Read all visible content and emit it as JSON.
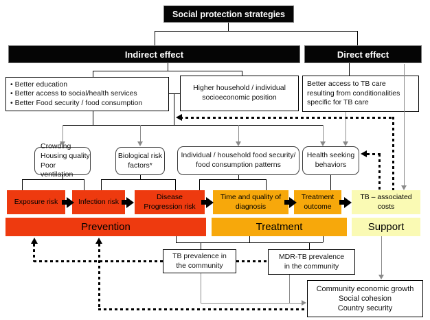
{
  "title": "Social protection strategies",
  "branches": {
    "indirect": "Indirect effect",
    "direct": "Direct effect"
  },
  "indirect_boxes": {
    "benefits": [
      "Better education",
      "Better access to social/health services",
      "Better Food security / food consumption"
    ],
    "socioeconomic": [
      "Higher household / individual",
      "socioeconomic position"
    ]
  },
  "direct_boxes": {
    "tb_care": [
      "Better access to TB care",
      "resulting from conditionalities",
      "specific for TB care"
    ]
  },
  "determinants": {
    "crowding": [
      "Crowding",
      "Housing quality",
      "Poor ventilation"
    ],
    "biological": [
      "Biological risk",
      "factors*"
    ],
    "food": [
      "Individual / household food security/",
      "food consumption patterns"
    ],
    "health_seeking": [
      "Health seeking",
      "behaviors"
    ]
  },
  "pathway": {
    "exposure": "Exposure risk",
    "infection": "Infection risk",
    "disease": [
      "Disease",
      "Progression risk"
    ],
    "diagnosis": [
      "Time and quality of",
      "diagnosis"
    ],
    "outcome": [
      "Treatment",
      "outcome"
    ],
    "costs": [
      "TB – associated",
      "costs"
    ]
  },
  "stages": {
    "prevention": "Prevention",
    "treatment": "Treatment",
    "support": "Support"
  },
  "outcomes": {
    "tb_prevalence": [
      "TB prevalence in",
      "the community"
    ],
    "mdr_prevalence": [
      "MDR-TB prevalence",
      "in the community"
    ],
    "community": [
      "Community economic growth",
      "Social cohesion",
      "Country security"
    ]
  },
  "colors": {
    "risk_red": "#EE3A0F",
    "treatment_orange": "#F7A80B",
    "support_yellow": "#FAFAB4",
    "header_black": "#050505"
  }
}
